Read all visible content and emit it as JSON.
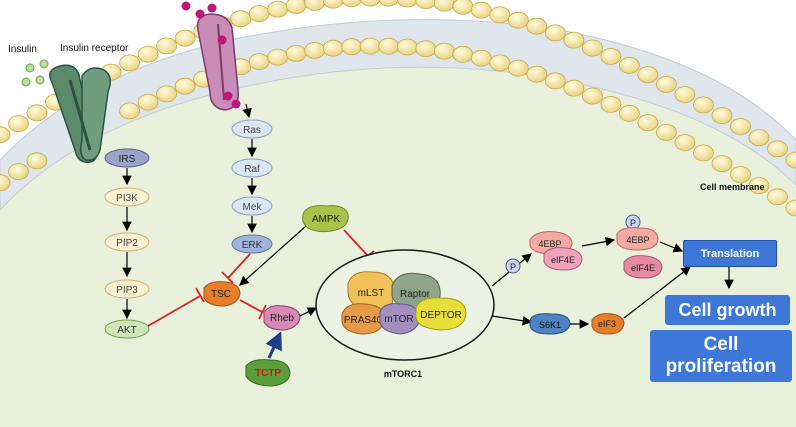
{
  "labels": {
    "insulin": "Insulin",
    "insulin_receptor": "Insulin receptor",
    "cell_membrane": "Cell membrane",
    "mtorc1": "mTORC1"
  },
  "pathway_left": {
    "irs": "IRS",
    "pi3k": "PI3K",
    "pip2": "PIP2",
    "pip3": "PIP3",
    "akt": "AKT"
  },
  "pathway_mapk": {
    "ras": "Ras",
    "raf": "Raf",
    "mek": "Mek",
    "erk": "ERK"
  },
  "regulators": {
    "ampk": "AMPK",
    "tsc": "TSC",
    "rheb": "Rheb",
    "tctp": "TCTP"
  },
  "mtor_complex": {
    "mlst": "mLST",
    "raptor": "Raptor",
    "pras40": "PRAS40",
    "mtor": "mTOR",
    "deptor": "DEPTOR"
  },
  "downstream": {
    "p": "P",
    "four_ebp": "4EBP",
    "eif4e": "eIF4E",
    "four_ebp_free": "4EBP",
    "eif4e_free": "eIF4E",
    "s6k1": "S6K1",
    "eif3": "eIF3",
    "translation": "Translation",
    "cell_growth": "Cell growth",
    "cell_proliferation_line1": "Cell",
    "cell_proliferation_line2": "proliferation"
  },
  "colors": {
    "cytoplasm": "#e9f0dc",
    "membrane_head": "#f7e9a6",
    "membrane_tail": "#dfe7ec",
    "activation_arrow": "#000000",
    "inhibition_arrow": "#e02020",
    "tctp_arrow": "#1f3d8a",
    "output_box": "#3d78d8",
    "tctp_text": "#e01010"
  }
}
